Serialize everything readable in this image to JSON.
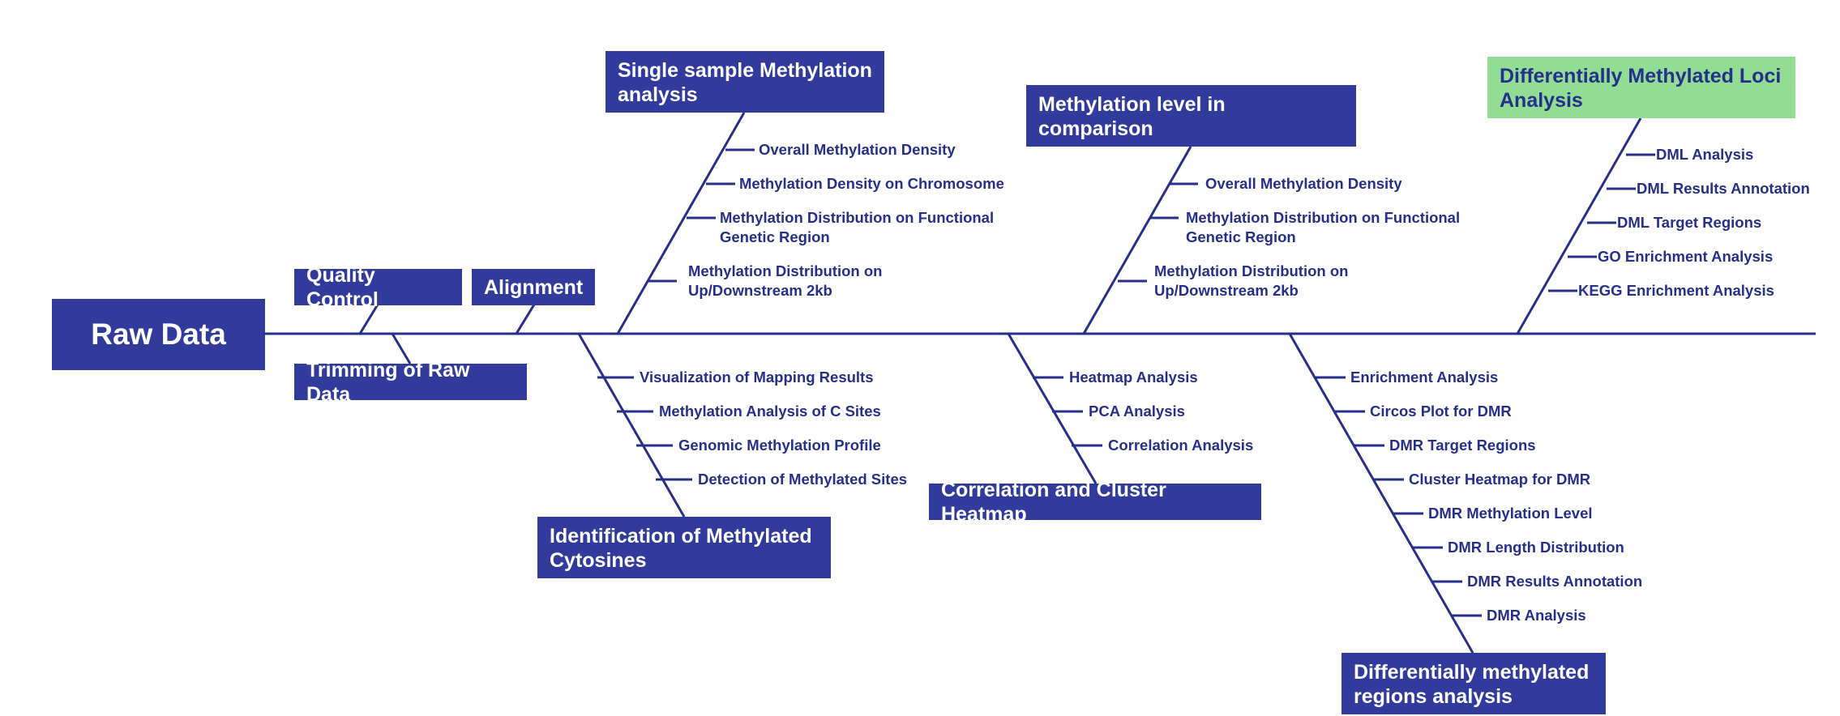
{
  "diagram": {
    "line_color": "#262f8a",
    "box_color": "#303b9c",
    "highlight_color": "#90dd93",
    "spine_label": "Raw Data",
    "quality_control": "Quality Control",
    "alignment": "Alignment",
    "trimming": "Trimming of Raw Data",
    "single_sample": {
      "title_1": "Single sample Methylation",
      "title_2": "analysis",
      "items": [
        "Overall Methylation Density",
        "Methylation Density on Chromosome",
        "Methylation Distribution on Functional",
        "Genetic Region",
        "Methylation Distribution on",
        "Up/Downstream 2kb"
      ]
    },
    "comparison_group": {
      "title_1": "Methylation level in comparison",
      "title_2": "group",
      "items": [
        "Overall Methylation Density",
        "Methylation Distribution on Functional",
        "Genetic Region",
        "Methylation Distribution on",
        "Up/Downstream 2kb"
      ]
    },
    "dml": {
      "title_1": "Differentially Methylated Loci",
      "title_2": "Analysis",
      "items": [
        "DML Analysis",
        "DML Results Annotation",
        "DML Target Regions",
        "GO Enrichment Analysis",
        "KEGG Enrichment Analysis"
      ]
    },
    "identification": {
      "title_1": "Identification of Methylated",
      "title_2": "Cytosines",
      "items": [
        "Visualization of Mapping Results",
        "Methylation Analysis of C Sites",
        "Genomic Methylation Profile",
        "Detection of Methylated Sites"
      ]
    },
    "correlation": {
      "title": "Correlation and Cluster Heatmap",
      "items": [
        "Heatmap Analysis",
        "PCA Analysis",
        "Correlation Analysis"
      ]
    },
    "dmr": {
      "title_1": "Differentially methylated",
      "title_2": "regions analysis",
      "items": [
        "Enrichment Analysis",
        "Circos Plot for DMR",
        "DMR Target Regions",
        "Cluster Heatmap for DMR",
        "DMR Methylation Level",
        "DMR Length Distribution",
        "DMR Results Annotation",
        "DMR Analysis"
      ]
    }
  }
}
